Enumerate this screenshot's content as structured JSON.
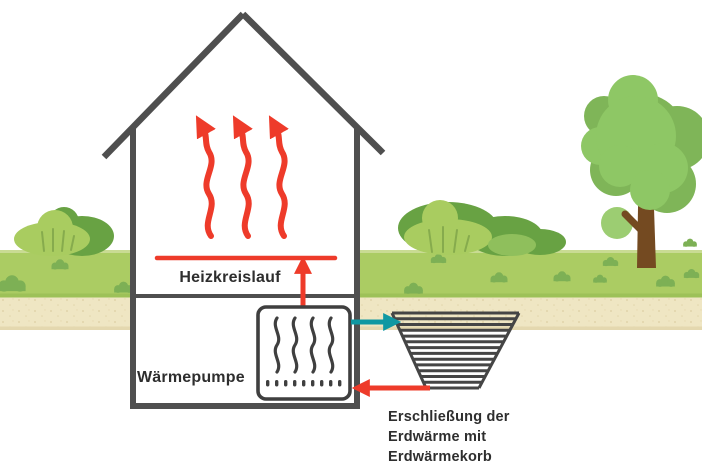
{
  "labels": {
    "heating_circuit": "Heizkreislauf",
    "heat_pump": "Wärmepumpe",
    "caption": [
      "Erschließung der",
      "Erdwärme mit",
      "Erdwärmekorb"
    ]
  },
  "colors": {
    "heat_flow_red": "#ee3b2a",
    "cold_flow_teal": "#0f98a2",
    "outline_gray": "#4f4f4f",
    "grass_green": "#abcc63",
    "grass_edge_light": "#c9db93",
    "grass_tuft_green": "#7db055",
    "soil_sand": "#efe6c3",
    "bush_dark_green": "#68a243",
    "bush_light_green": "#a9cc60",
    "tree_green": "#8ec765",
    "tree_green_dark": "#7fb558",
    "trunk_brown": "#744a21",
    "text_dark": "#2e2e2e"
  }
}
